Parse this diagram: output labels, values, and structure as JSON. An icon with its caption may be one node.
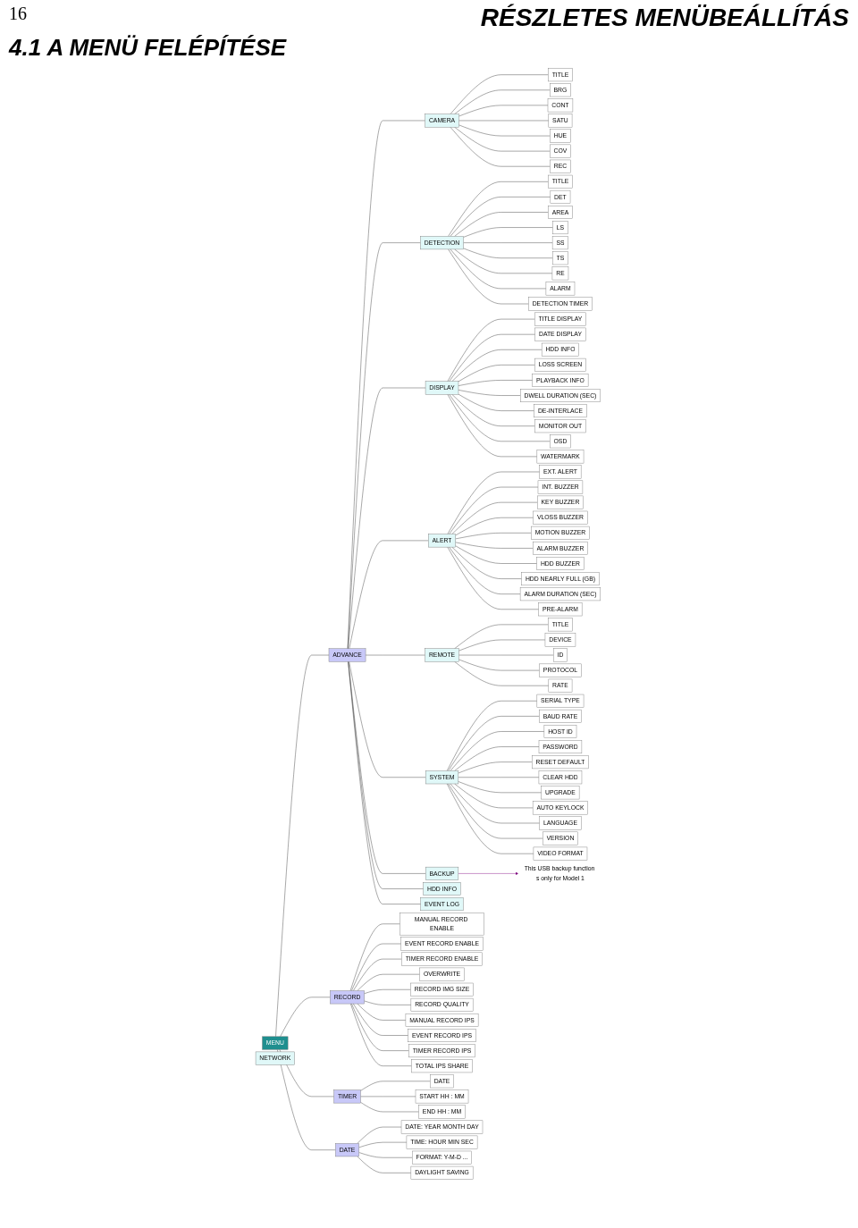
{
  "diagram": {
    "title": "4.1 A MENÜ FELÉPÍTÉSE",
    "nodes": [
      {
        "text": [
          "MENU"
        ]
      },
      {
        "text": [
          "RECORD"
        ]
      },
      {
        "text": [
          "TIMER"
        ]
      },
      {
        "text": [
          "DATE"
        ]
      },
      {
        "text": [
          "ADVANCE"
        ]
      },
      {
        "text": [
          "CAMERA"
        ]
      },
      {
        "text": [
          "TITLE"
        ]
      },
      {
        "text": [
          "BRG"
        ]
      },
      {
        "text": [
          "CONT"
        ]
      },
      {
        "text": [
          "SATU"
        ]
      },
      {
        "text": [
          "HUE"
        ]
      },
      {
        "text": [
          "COV"
        ]
      },
      {
        "text": [
          "REC"
        ]
      },
      {
        "text": [
          "MANUAL RECORD ENABLE"
        ]
      },
      {
        "text": [
          "EVENT RECORD ENABLE"
        ]
      },
      {
        "text": [
          "TIMER RECORD ENABLE"
        ]
      },
      {
        "text": [
          "OVERWRITE"
        ]
      },
      {
        "text": [
          "RECORD IMG SIZE"
        ]
      },
      {
        "text": [
          "RECORD QUALITY"
        ]
      },
      {
        "text": [
          "MANUAL RECORD IPS"
        ]
      },
      {
        "text": [
          "EVENT RECORD IPS"
        ]
      },
      {
        "text": [
          "TIMER RECORD IPS"
        ]
      },
      {
        "text": [
          "TOTAL IPS SHARE"
        ]
      },
      {
        "text": [
          "DATE"
        ]
      },
      {
        "text": [
          "START HH : MM"
        ]
      },
      {
        "text": [
          "END HH : MM"
        ]
      },
      {
        "text": [
          "DATE: YEAR MONTH DAY"
        ]
      },
      {
        "text": [
          "TIME: HOUR MIN SEC"
        ]
      },
      {
        "text": [
          "FORMAT: Y-M-D ..."
        ]
      },
      {
        "text": [
          "DAYLIGHT SAVING"
        ]
      },
      {
        "text": [
          "DETECTION"
        ]
      },
      {
        "text": [
          "TITLE"
        ]
      },
      {
        "text": [
          "DET"
        ]
      },
      {
        "text": [
          "AREA"
        ]
      },
      {
        "text": [
          "LS"
        ]
      },
      {
        "text": [
          "SS"
        ]
      },
      {
        "text": [
          "TS"
        ]
      },
      {
        "text": [
          "RE"
        ]
      },
      {
        "text": [
          "ALARM"
        ]
      },
      {
        "text": [
          "DETECTION TIMER"
        ]
      },
      {
        "text": [
          "DISPLAY"
        ]
      },
      {
        "text": [
          "TITLE DISPLAY"
        ]
      },
      {
        "text": [
          "DATE DISPLAY"
        ]
      },
      {
        "text": [
          "HDD INFO"
        ]
      },
      {
        "text": [
          "LOSS SCREEN"
        ]
      },
      {
        "text": [
          "PLAYBACK INFO"
        ]
      },
      {
        "text": [
          "DWELL DURATION (SEC)"
        ]
      },
      {
        "text": [
          "DE-INTERLACE"
        ]
      },
      {
        "text": [
          "MONITOR OUT"
        ]
      },
      {
        "text": [
          "OSD"
        ]
      },
      {
        "text": [
          "WATERMARK"
        ]
      },
      {
        "text": [
          "ALERT"
        ]
      },
      {
        "text": [
          "EXT. ALERT"
        ]
      },
      {
        "text": [
          "INT. BUZZER"
        ]
      },
      {
        "text": [
          "KEY BUZZER"
        ]
      },
      {
        "text": [
          "VLOSS BUZZER"
        ]
      },
      {
        "text": [
          "MOTION BUZZER"
        ]
      },
      {
        "text": [
          "ALARM BUZZER"
        ]
      },
      {
        "text": [
          "HDD BUZZER"
        ]
      },
      {
        "text": [
          "HDD NEARLY FULL (GB)"
        ]
      },
      {
        "text": [
          "ALARM DURATION (SEC)"
        ]
      },
      {
        "text": [
          "PRE-ALARM"
        ]
      },
      {
        "text": [
          "REMOTE"
        ]
      },
      {
        "text": [
          "SYSTEM"
        ]
      },
      {
        "text": [
          "SERIAL TYPE"
        ]
      },
      {
        "text": [
          "BAUD RATE"
        ]
      },
      {
        "text": [
          "HOST ID"
        ]
      },
      {
        "text": [
          "PASSWORD"
        ]
      },
      {
        "text": [
          "RESET DEFAULT"
        ]
      },
      {
        "text": [
          "CLEAR HDD"
        ]
      },
      {
        "text": [
          "UPGRADE"
        ]
      },
      {
        "text": [
          "AUTO KEYLOCK"
        ]
      },
      {
        "text": [
          "LANGUAGE"
        ]
      },
      {
        "text": [
          "VERSION"
        ]
      },
      {
        "text": [
          "VIDEO FORMAT"
        ]
      },
      {
        "text": [
          "TITLE"
        ]
      },
      {
        "text": [
          "DEVICE"
        ]
      },
      {
        "text": [
          "ID"
        ]
      },
      {
        "text": [
          "PROTOCOL"
        ]
      },
      {
        "text": [
          "RATE"
        ]
      },
      {
        "text": [
          "NETWORK"
        ]
      },
      {
        "text": [
          "BACKUP"
        ]
      },
      {
        "text": [
          "This USB backup function s only for Model 1"
        ]
      },
      {
        "text": [
          "HDD INFO"
        ]
      },
      {
        "text": [
          "EVENT LOG"
        ]
      }
    ],
    "edges": [
      {
        "from": 0,
        "to": 1,
        "arrow": "none"
      },
      {
        "from": 0,
        "to": 2,
        "arrow": "none"
      },
      {
        "from": 0,
        "to": 3,
        "arrow": "none"
      },
      {
        "from": 0,
        "to": 4,
        "arrow": "none"
      },
      {
        "from": 4,
        "to": 5,
        "arrow": "none"
      },
      {
        "from": 5,
        "to": 6,
        "arrow": "none"
      },
      {
        "from": 5,
        "to": 7,
        "arrow": "none"
      },
      {
        "from": 5,
        "to": 8,
        "arrow": "none"
      },
      {
        "from": 5,
        "to": 9,
        "arrow": "none"
      },
      {
        "from": 5,
        "to": 10,
        "arrow": "none"
      },
      {
        "from": 5,
        "to": 11,
        "arrow": "none"
      },
      {
        "from": 5,
        "to": 12,
        "arrow": "none"
      },
      {
        "from": 1,
        "to": 13,
        "arrow": "none"
      },
      {
        "from": 1,
        "to": 14,
        "arrow": "none"
      },
      {
        "from": 1,
        "to": 15,
        "arrow": "none"
      },
      {
        "from": 1,
        "to": 16,
        "arrow": "none"
      },
      {
        "from": 1,
        "to": 17,
        "arrow": "none"
      },
      {
        "from": 1,
        "to": 18,
        "arrow": "none"
      },
      {
        "from": 1,
        "to": 19,
        "arrow": "none"
      },
      {
        "from": 1,
        "to": 20,
        "arrow": "none"
      },
      {
        "from": 1,
        "to": 21,
        "arrow": "none"
      },
      {
        "from": 1,
        "to": 22,
        "arrow": "none"
      },
      {
        "from": 2,
        "to": 23,
        "arrow": "none"
      },
      {
        "from": 2,
        "to": 24,
        "arrow": "none"
      },
      {
        "from": 2,
        "to": 25,
        "arrow": "none"
      },
      {
        "from": 3,
        "to": 26,
        "arrow": "none"
      },
      {
        "from": 3,
        "to": 27,
        "arrow": "none"
      },
      {
        "from": 3,
        "to": 28,
        "arrow": "none"
      },
      {
        "from": 3,
        "to": 29,
        "arrow": "none"
      },
      {
        "from": 4,
        "to": 30,
        "arrow": "none"
      },
      {
        "from": 30,
        "to": 31,
        "arrow": "none"
      },
      {
        "from": 30,
        "to": 32,
        "arrow": "none"
      },
      {
        "from": 30,
        "to": 33,
        "arrow": "none"
      },
      {
        "from": 30,
        "to": 34,
        "arrow": "none"
      },
      {
        "from": 30,
        "to": 35,
        "arrow": "none"
      },
      {
        "from": 30,
        "to": 36,
        "arrow": "none"
      },
      {
        "from": 30,
        "to": 37,
        "arrow": "none"
      },
      {
        "from": 30,
        "to": 38,
        "arrow": "none"
      },
      {
        "from": 30,
        "to": 39,
        "arrow": "none"
      },
      {
        "from": 4,
        "to": 40,
        "arrow": "none"
      },
      {
        "from": 40,
        "to": 41,
        "arrow": "none"
      },
      {
        "from": 40,
        "to": 42,
        "arrow": "none"
      },
      {
        "from": 40,
        "to": 43,
        "arrow": "none"
      },
      {
        "from": 40,
        "to": 44,
        "arrow": "none"
      },
      {
        "from": 40,
        "to": 45,
        "arrow": "none"
      },
      {
        "from": 40,
        "to": 46,
        "arrow": "none"
      },
      {
        "from": 40,
        "to": 47,
        "arrow": "none"
      },
      {
        "from": 40,
        "to": 48,
        "arrow": "none"
      },
      {
        "from": 40,
        "to": 49,
        "arrow": "none"
      },
      {
        "from": 40,
        "to": 50,
        "arrow": "none"
      },
      {
        "from": 4,
        "to": 51,
        "arrow": "none"
      },
      {
        "from": 51,
        "to": 52,
        "arrow": "none"
      },
      {
        "from": 51,
        "to": 53,
        "arrow": "none"
      },
      {
        "from": 51,
        "to": 54,
        "arrow": "none"
      },
      {
        "from": 51,
        "to": 55,
        "arrow": "none"
      },
      {
        "from": 51,
        "to": 56,
        "arrow": "none"
      },
      {
        "from": 51,
        "to": 57,
        "arrow": "none"
      },
      {
        "from": 51,
        "to": 58,
        "arrow": "none"
      },
      {
        "from": 51,
        "to": 59,
        "arrow": "none"
      },
      {
        "from": 51,
        "to": 60,
        "arrow": "none"
      },
      {
        "from": 51,
        "to": 61,
        "arrow": "none"
      },
      {
        "from": 4,
        "to": 62,
        "arrow": "none"
      },
      {
        "from": 4,
        "to": 63,
        "arrow": "none"
      },
      {
        "from": 63,
        "to": 64,
        "arrow": "none"
      },
      {
        "from": 63,
        "to": 65,
        "arrow": "none"
      },
      {
        "from": 63,
        "to": 66,
        "arrow": "none"
      },
      {
        "from": 63,
        "to": 67,
        "arrow": "none"
      },
      {
        "from": 63,
        "to": 68,
        "arrow": "none"
      },
      {
        "from": 63,
        "to": 69,
        "arrow": "none"
      },
      {
        "from": 63,
        "to": 70,
        "arrow": "none"
      },
      {
        "from": 63,
        "to": 71,
        "arrow": "none"
      },
      {
        "from": 63,
        "to": 72,
        "arrow": "none"
      },
      {
        "from": 63,
        "to": 73,
        "arrow": "none"
      },
      {
        "from": 63,
        "to": 74,
        "arrow": "none"
      },
      {
        "from": 62,
        "to": 75,
        "arrow": "none"
      },
      {
        "from": 62,
        "to": 76,
        "arrow": "none"
      },
      {
        "from": 62,
        "to": 77,
        "arrow": "none"
      },
      {
        "from": 62,
        "to": 78,
        "arrow": "none"
      },
      {
        "from": 62,
        "to": 79,
        "arrow": "none"
      },
      {
        "from": 4,
        "to": 81,
        "arrow": "none"
      },
      {
        "from": 81,
        "to": 82,
        "arrow": "to",
        "color": "#800080"
      },
      {
        "from": 4,
        "to": 83,
        "arrow": "none"
      },
      {
        "from": 4,
        "to": 84,
        "arrow": "none"
      }
    ],
    "labels": [
      "16",
      "RÉSZLETES MENÜBEÁLLÍTÁS"
    ]
  }
}
